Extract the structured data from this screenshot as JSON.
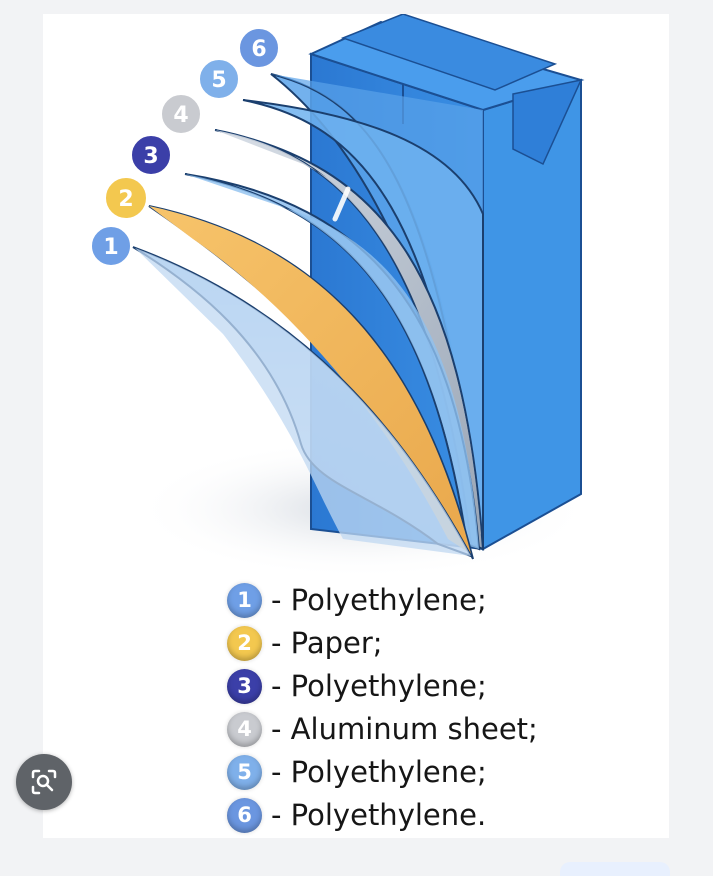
{
  "legend": [
    {
      "num": "1",
      "text": "- Polyethylene;",
      "color": "#6f9fe6"
    },
    {
      "num": "2",
      "text": "- Paper;",
      "color": "#f3c84f"
    },
    {
      "num": "3",
      "text": "- Polyethylene;",
      "color": "#3b3fa8"
    },
    {
      "num": "4",
      "text": "- Aluminum sheet;",
      "color": "#c9cbd0"
    },
    {
      "num": "5",
      "text": "- Polyethylene;",
      "color": "#7fb0ea"
    },
    {
      "num": "6",
      "text": "- Polyethylene.",
      "color": "#6b96e0"
    }
  ],
  "colors": {
    "carton": "#2f7fd8",
    "paper": "#f0b860",
    "aluminum": "#b8c0cc"
  }
}
